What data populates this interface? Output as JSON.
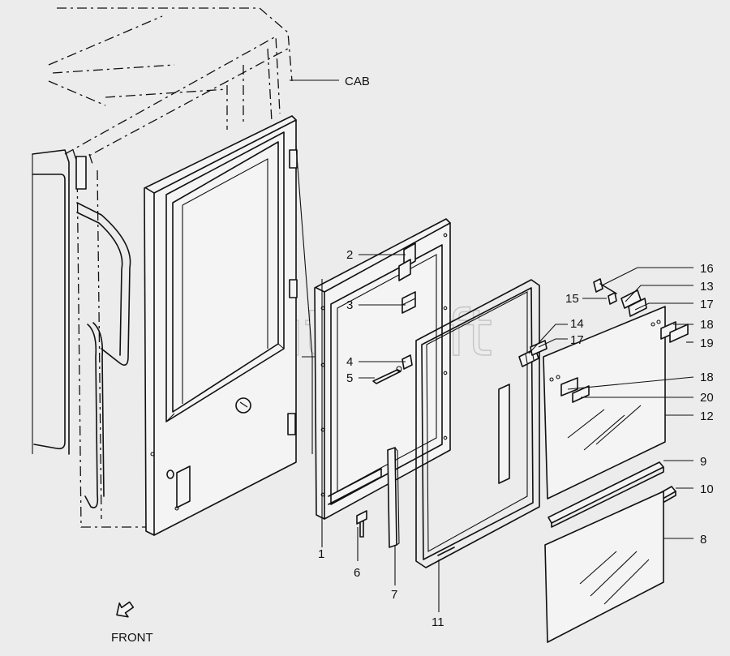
{
  "watermark": "AutoSoft",
  "labels": {
    "cab": "CAB",
    "front": "FRONT",
    "p1": "1",
    "p2": "2",
    "p3": "3",
    "p4": "4",
    "p5": "5",
    "p6": "6",
    "p7": "7",
    "p8": "8",
    "p9": "9",
    "p10": "10",
    "p11": "11",
    "p12": "12",
    "p13": "13",
    "p14": "14",
    "p15": "15",
    "p16": "16",
    "p17a": "17",
    "p17b": "17",
    "p18a": "18",
    "p18b": "18",
    "p19": "19",
    "p20": "20"
  }
}
